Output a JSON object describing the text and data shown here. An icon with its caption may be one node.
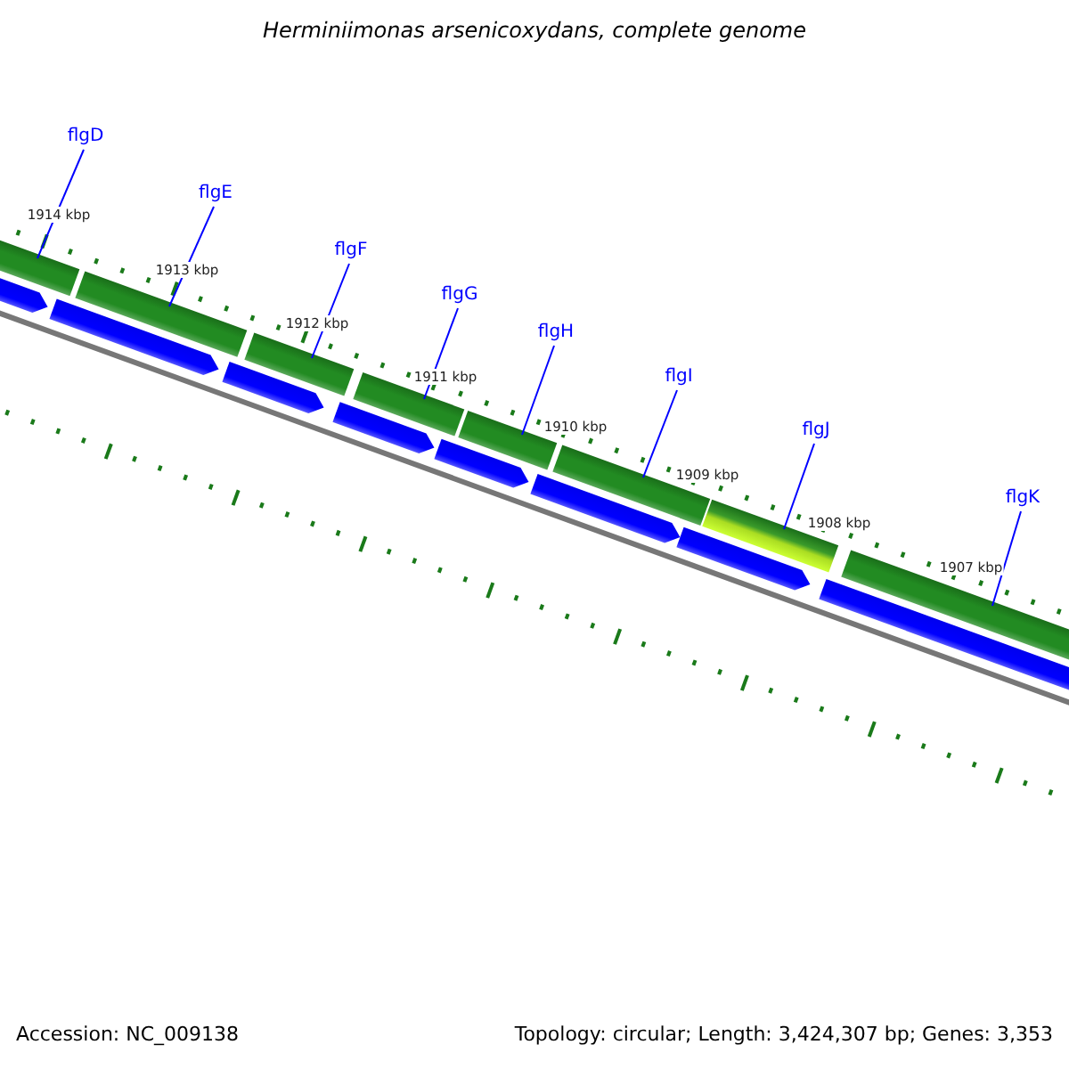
{
  "diagram": {
    "title": "Herminiimonas arsenicoxydans, complete genome",
    "nodes": [
      {
        "text": [
          "flgD"
        ]
      },
      {
        "text": [
          "flgE"
        ]
      },
      {
        "text": [
          "flgF"
        ]
      },
      {
        "text": [
          "flgG"
        ]
      },
      {
        "text": [
          "flgH"
        ]
      },
      {
        "text": [
          "flgI"
        ]
      },
      {
        "text": [
          "flgJ"
        ]
      },
      {
        "text": [
          "flgK"
        ]
      },
      {
        "text": [],
        "shape": "bar"
      },
      {
        "text": [],
        "shape": "bar"
      },
      {
        "text": [],
        "shape": "bar"
      },
      {
        "text": [],
        "shape": "bar"
      },
      {
        "text": [],
        "shape": "bar"
      },
      {
        "text": [],
        "shape": "bar"
      },
      {
        "text": [],
        "shape": "bar"
      },
      {
        "text": [],
        "shape": "bar"
      }
    ],
    "edges": [
      {
        "from": 0,
        "to": 8,
        "arrow": "none"
      },
      {
        "from": 1,
        "to": 9,
        "arrow": "none"
      },
      {
        "from": 2,
        "to": 10,
        "arrow": "none"
      },
      {
        "from": 3,
        "to": 11,
        "arrow": "none"
      },
      {
        "from": 4,
        "to": 12,
        "arrow": "none"
      },
      {
        "from": 5,
        "to": 13,
        "arrow": "none"
      },
      {
        "from": 6,
        "to": 14,
        "arrow": "none"
      },
      {
        "from": 7,
        "to": 15,
        "arrow": "none"
      }
    ],
    "labels": [
      "1914 kbp",
      "1913 kbp",
      "1912 kbp",
      "1911 kbp",
      "1910 kbp",
      "1909 kbp",
      "1908 kbp",
      "1907 kbp",
      "Accession: NC_009138",
      "Topology: circular; Length: 3,424,307 bp; Genes: 3,353"
    ]
  }
}
